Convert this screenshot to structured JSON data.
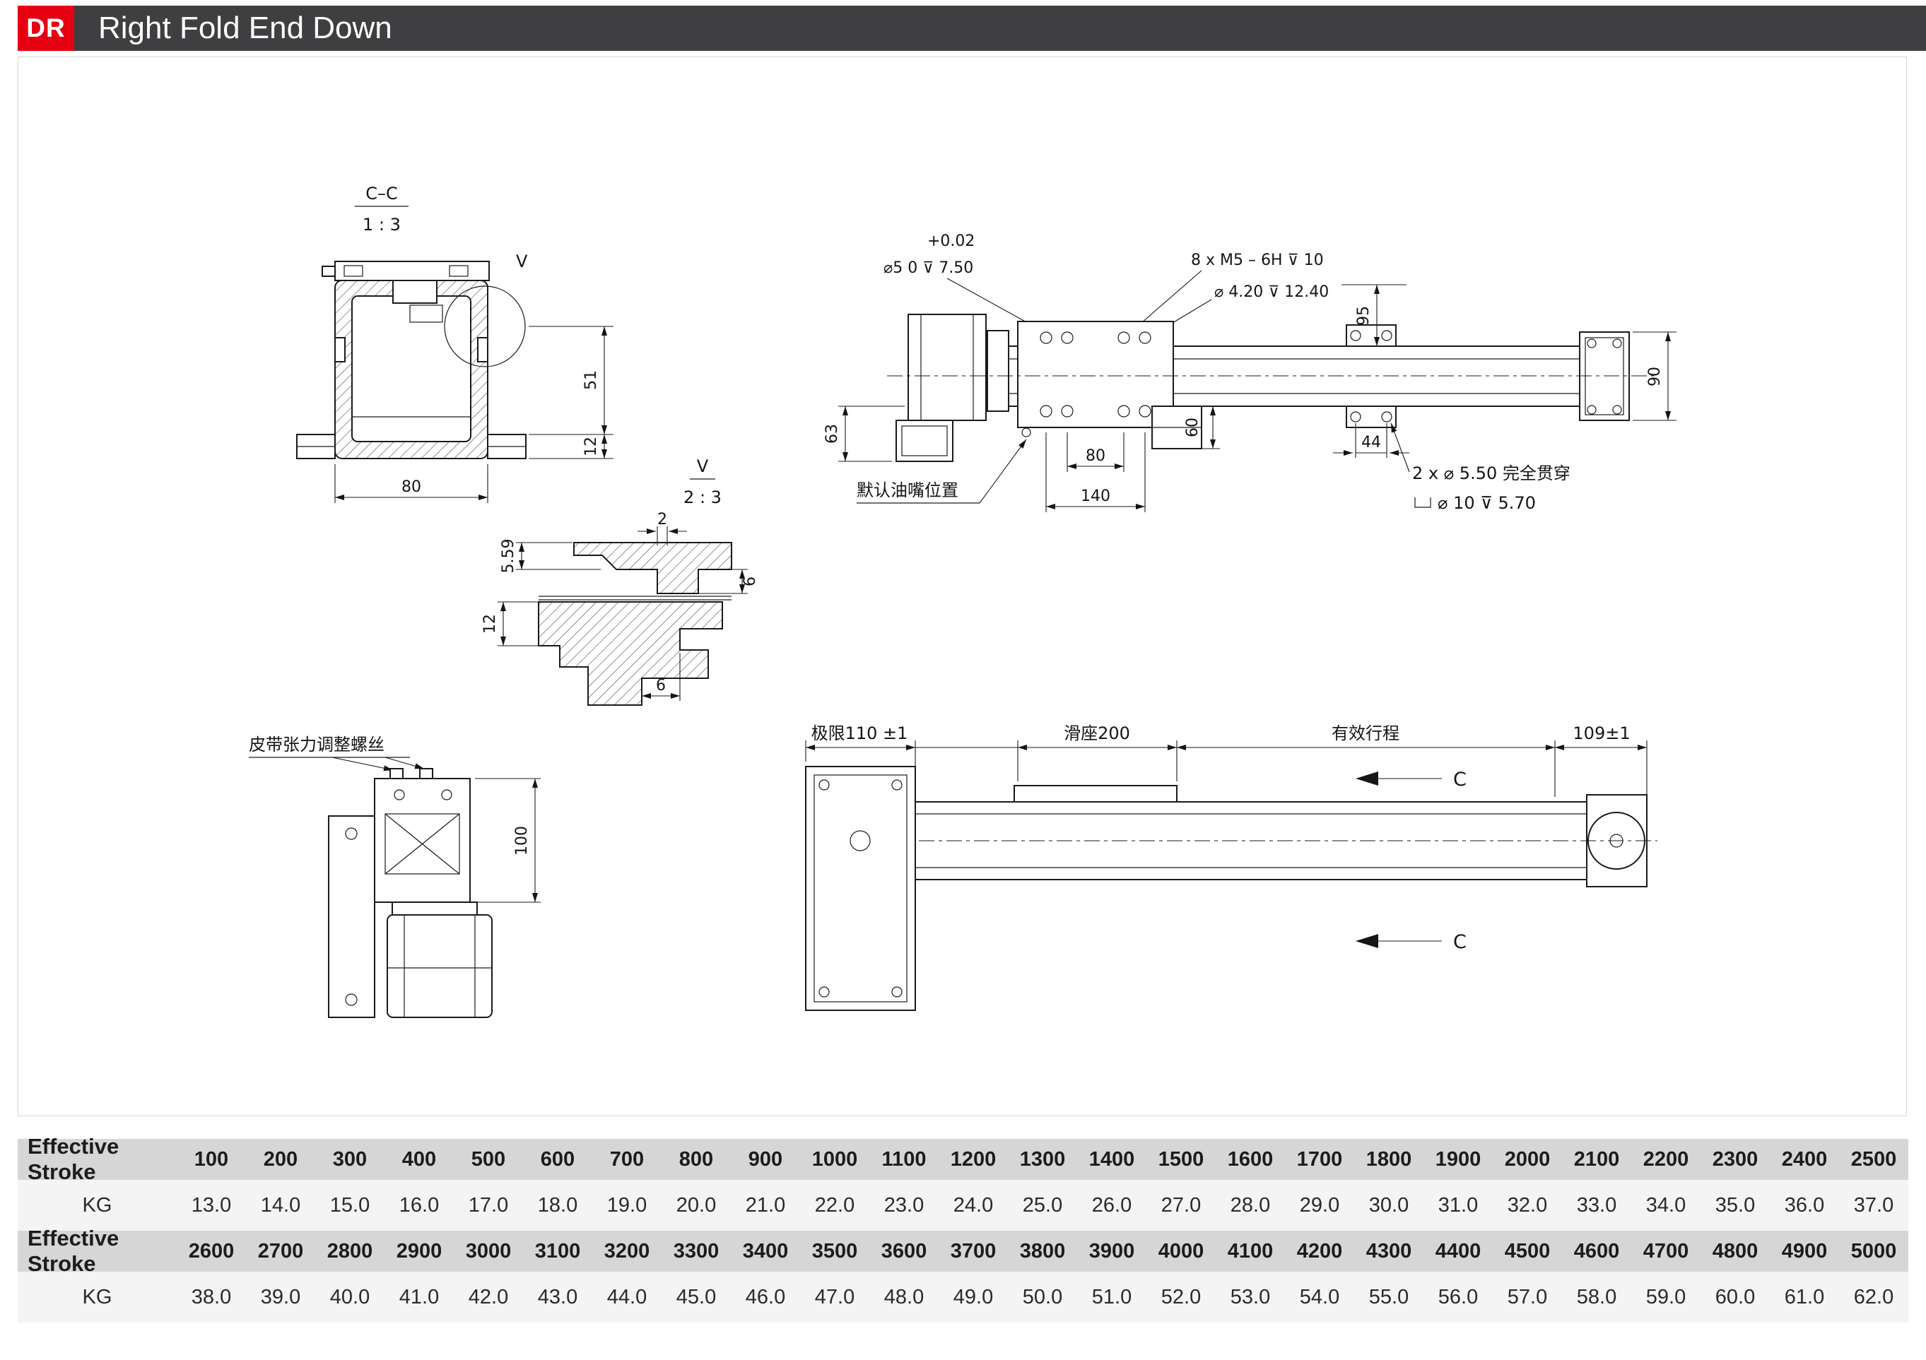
{
  "header": {
    "badge": "DR",
    "title": "Right Fold End Down"
  },
  "colors": {
    "accent_red": "#e60012",
    "header_bar": "#3f3f41",
    "table_header_bg": "#d6d6d6",
    "table_row_bg": "#f4f4f4"
  },
  "views": {
    "section": {
      "label": "C–C",
      "scale": "1 : 3",
      "detail_mark": "V",
      "dim_51": "51",
      "dim_12": "12",
      "dim_80": "80"
    },
    "detail": {
      "label": "V",
      "scale": "2 : 3",
      "dim_2": "2",
      "dim_5_59": "5.59",
      "dim_12": "12",
      "dim_6_side": "6",
      "dim_6_bottom": "6"
    },
    "top": {
      "callout_tol": "+0.02",
      "callout_hole": "⌀5 0 ⊽ 7.50",
      "callout_m5": "8 x M5 – 6H ⊽ 10",
      "callout_pilot": "⌀ 4.20 ⊽ 12.40",
      "dim_95": "95",
      "dim_90": "90",
      "dim_63": "63",
      "dim_60": "60",
      "dim_80": "80",
      "dim_140": "140",
      "dim_44": "44",
      "oil_label": "默认油嘴位置",
      "through_note": "2 x ⌀ 5.50 完全贯穿",
      "cbore_note": "⌀ 10 ⊽ 5.70"
    },
    "motor": {
      "belt_label": "皮带张力调整螺丝",
      "dim_100": "100"
    },
    "side": {
      "limit_label": "极限110 ±1",
      "slider_label": "滑座200",
      "stroke_label": "有效行程",
      "dim_109": "109±1",
      "section_c": "C"
    }
  },
  "table": {
    "rows": [
      {
        "label": "Effective Stroke",
        "header": true,
        "values": [
          "100",
          "200",
          "300",
          "400",
          "500",
          "600",
          "700",
          "800",
          "900",
          "1000",
          "1100",
          "1200",
          "1300",
          "1400",
          "1500",
          "1600",
          "1700",
          "1800",
          "1900",
          "2000",
          "2100",
          "2200",
          "2300",
          "2400",
          "2500"
        ]
      },
      {
        "label": "KG",
        "header": false,
        "values": [
          "13.0",
          "14.0",
          "15.0",
          "16.0",
          "17.0",
          "18.0",
          "19.0",
          "20.0",
          "21.0",
          "22.0",
          "23.0",
          "24.0",
          "25.0",
          "26.0",
          "27.0",
          "28.0",
          "29.0",
          "30.0",
          "31.0",
          "32.0",
          "33.0",
          "34.0",
          "35.0",
          "36.0",
          "37.0"
        ]
      },
      {
        "label": "Effective Stroke",
        "header": true,
        "values": [
          "2600",
          "2700",
          "2800",
          "2900",
          "3000",
          "3100",
          "3200",
          "3300",
          "3400",
          "3500",
          "3600",
          "3700",
          "3800",
          "3900",
          "4000",
          "4100",
          "4200",
          "4300",
          "4400",
          "4500",
          "4600",
          "4700",
          "4800",
          "4900",
          "5000"
        ]
      },
      {
        "label": "KG",
        "header": false,
        "values": [
          "38.0",
          "39.0",
          "40.0",
          "41.0",
          "42.0",
          "43.0",
          "44.0",
          "45.0",
          "46.0",
          "47.0",
          "48.0",
          "49.0",
          "50.0",
          "51.0",
          "52.0",
          "53.0",
          "54.0",
          "55.0",
          "56.0",
          "57.0",
          "58.0",
          "59.0",
          "60.0",
          "61.0",
          "62.0"
        ]
      }
    ]
  }
}
